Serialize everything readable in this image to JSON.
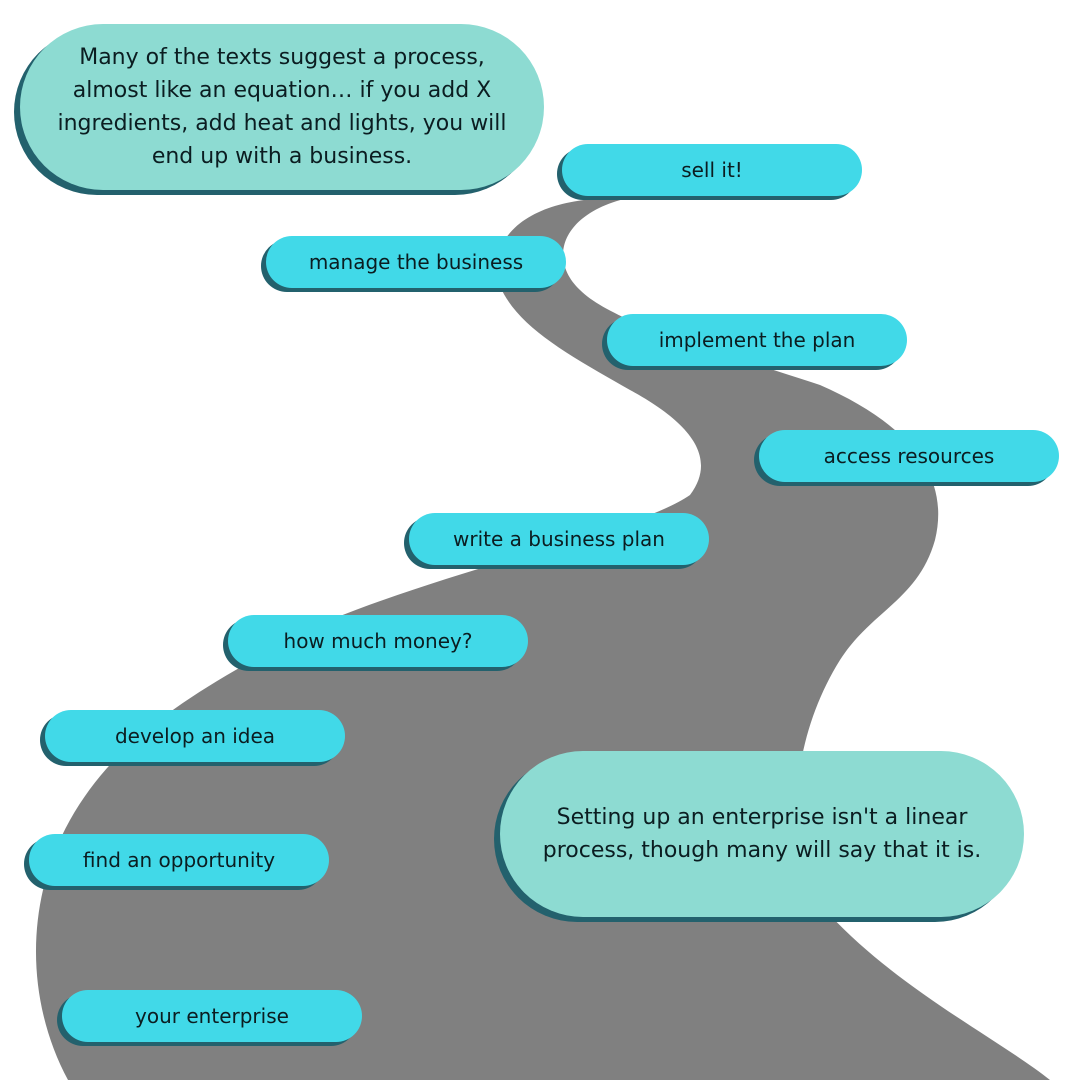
{
  "colors": {
    "road": "#808080",
    "pill": "#41d9e8",
    "bubble": "#8ddbd2",
    "shadow": "#23616d",
    "text": "#0b1d21"
  },
  "top_note": "Many of the texts suggest a process, almost like an equation… if you add X ingredients, add heat and lights, you will end up with a business.",
  "bottom_note": "Setting up an enterprise isn't a linear process, though many will say that it is.",
  "steps": [
    "sell it!",
    "manage the business",
    "implement the plan",
    "access resources",
    "write a business plan",
    "how much money?",
    "develop an idea",
    "find an opportunity",
    "your enterprise"
  ]
}
